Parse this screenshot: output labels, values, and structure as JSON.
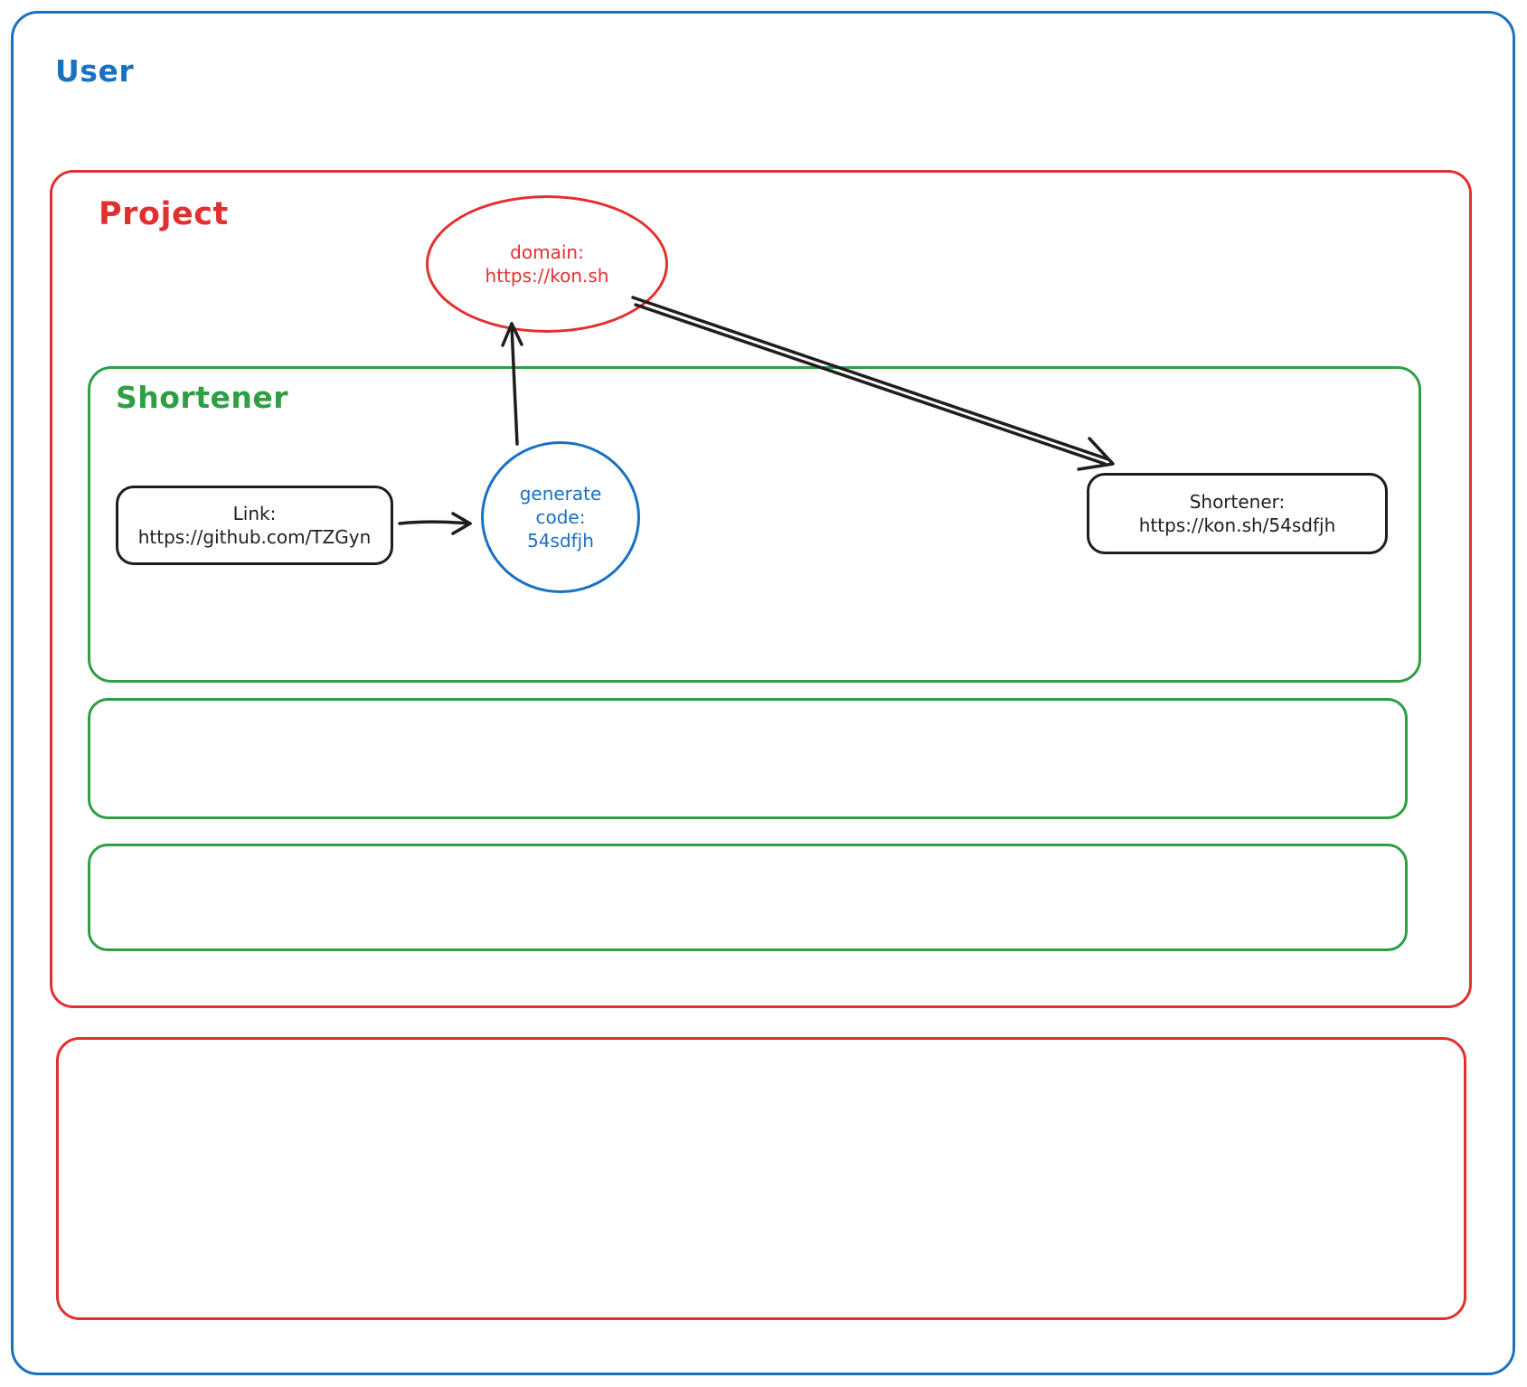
{
  "colors": {
    "blue": "#1971c2",
    "red": "#e03131",
    "green": "#2f9e44",
    "black": "#1e1e1e"
  },
  "containers": {
    "user": {
      "label": "User"
    },
    "project": {
      "label": "Project"
    },
    "shortener": {
      "label": "Shortener"
    }
  },
  "nodes": {
    "domain_ellipse": {
      "lines": [
        "domain:",
        "https://kon.sh"
      ]
    },
    "link_box": {
      "lines": [
        "Link:",
        "https://github.com/TZGyn"
      ]
    },
    "generate_circle": {
      "lines": [
        "generate",
        "code:",
        "54sdfjh"
      ]
    },
    "result_box": {
      "lines": [
        "Shortener:",
        "https://kon.sh/54sdfjh"
      ]
    }
  },
  "arrows": {
    "link_to_generate": "arrow from link box to generate-code circle",
    "generate_to_domain": "arrow from generate-code circle up to domain ellipse",
    "domain_to_result": "arrow from domain ellipse down to shortener result box"
  }
}
